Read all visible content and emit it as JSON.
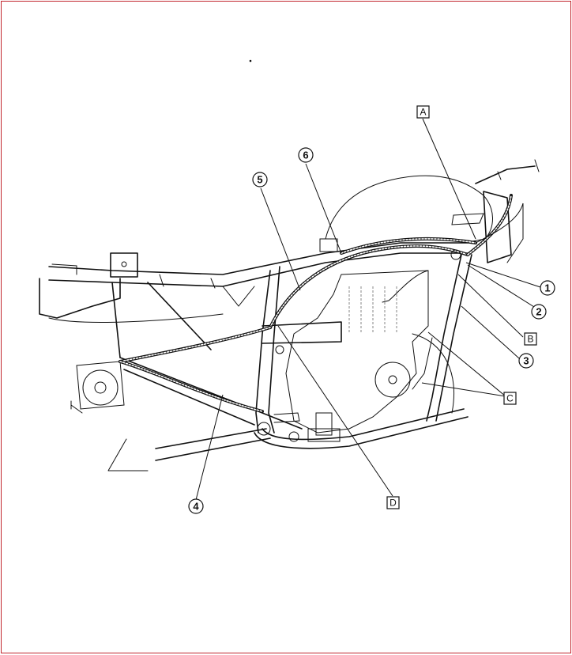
{
  "callouts": {
    "n1": "1",
    "n2": "2",
    "n3": "3",
    "n4": "4",
    "n5": "5",
    "n6": "6",
    "A": "A",
    "B": "B",
    "C": "C",
    "D": "D"
  },
  "colors": {
    "border": "#c2262e",
    "ink": "#111111"
  }
}
